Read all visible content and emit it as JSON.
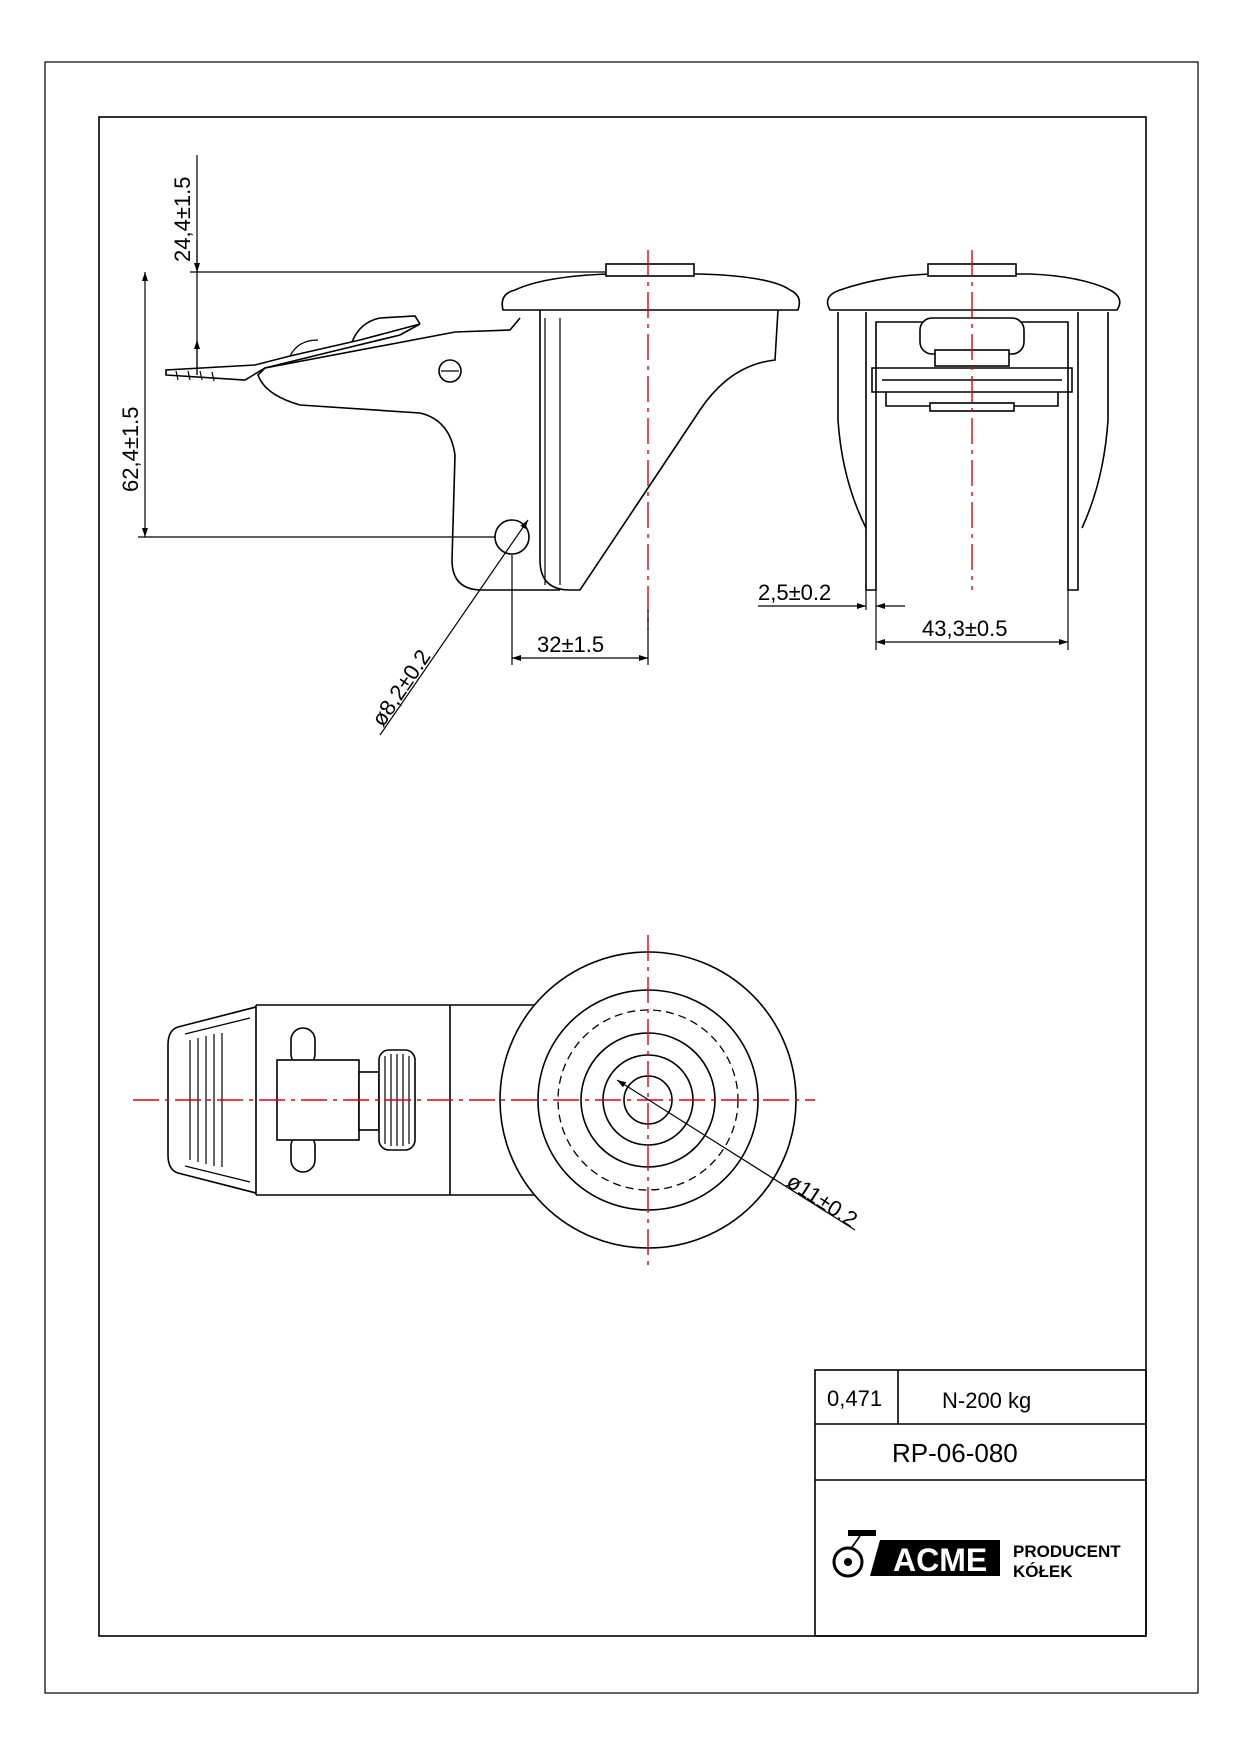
{
  "dimensions": {
    "top_height": "24,4±1.5",
    "axle_height": "62,4±1.5",
    "axle_offset": "32±1.5",
    "axle_hole": "ø8,2±0.2",
    "plate_gap": "2,5±0.2",
    "fork_width": "43,3±0.5",
    "bore": "ø11±0.2"
  },
  "title_block": {
    "weight": "0,471",
    "load": "N-200 kg",
    "part_number": "RP-06-080",
    "logo": {
      "brand": "ACME",
      "line1": "PRODUCENT",
      "line2": "KÓŁEK"
    }
  },
  "colors": {
    "centerline": "#e3000f",
    "outline": "#000000"
  }
}
